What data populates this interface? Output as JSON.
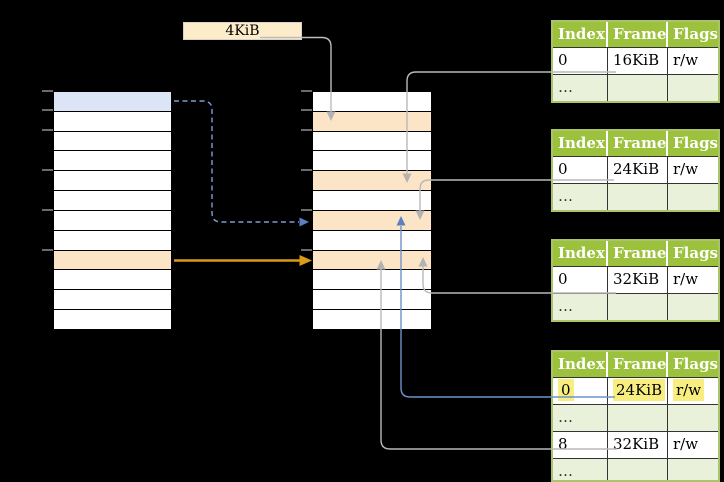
{
  "diagram": {
    "page_size_label": "4KiB",
    "colors": {
      "header_green": "#9cc13c",
      "table_border_green": "#abc46a",
      "alt_row_green": "#eaf1da",
      "highlight_yellow": "#f8ee7f",
      "virtual_page_blue": "#dbe5f6",
      "frame_peach": "#fce4c6",
      "size_box_cream": "#fdecca",
      "arrow_orange": "#d99c13",
      "arrow_blue": "#6f92cc",
      "arrow_gray": "#b9b9b9"
    }
  },
  "tables": [
    {
      "headers": [
        "Index",
        "Frame",
        "Flags"
      ],
      "rows": [
        [
          "0",
          "16KiB",
          "r/w"
        ],
        [
          "…",
          "",
          ""
        ]
      ]
    },
    {
      "headers": [
        "Index",
        "Frame",
        "Flags"
      ],
      "rows": [
        [
          "0",
          "24KiB",
          "r/w"
        ],
        [
          "…",
          "",
          ""
        ]
      ]
    },
    {
      "headers": [
        "Index",
        "Frame",
        "Flags"
      ],
      "rows": [
        [
          "0",
          "32KiB",
          "r/w"
        ],
        [
          "…",
          "",
          ""
        ]
      ]
    },
    {
      "headers": [
        "Index",
        "Frame",
        "Flags"
      ],
      "rows": [
        [
          "0",
          "24KiB",
          "r/w"
        ],
        [
          "…",
          "",
          ""
        ],
        [
          "8",
          "32KiB",
          "r/w"
        ],
        [
          "…",
          "",
          ""
        ]
      ]
    }
  ]
}
